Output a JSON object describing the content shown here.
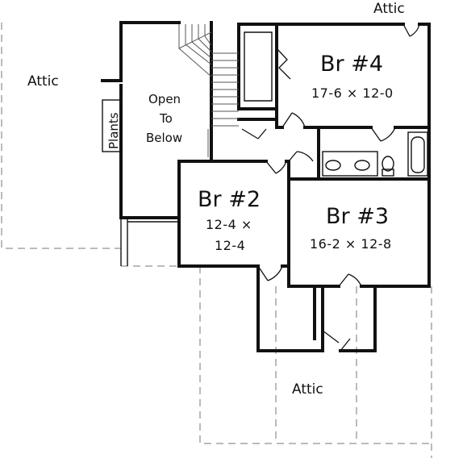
{
  "labels": {
    "attic_top": "Attic",
    "attic_left": "Attic",
    "attic_bottom": "Attic",
    "plants": "Plants",
    "open_line1": "Open",
    "open_line2": "To",
    "open_line3": "Below"
  },
  "rooms": {
    "br4": {
      "name": "Br #4",
      "dims": "17-6 × 12-0"
    },
    "br2": {
      "name": "Br #2",
      "dims_line1": "12-4 ×",
      "dims_line2": "12-4"
    },
    "br3": {
      "name": "Br #3",
      "dims": "16-2 × 12-8"
    }
  }
}
